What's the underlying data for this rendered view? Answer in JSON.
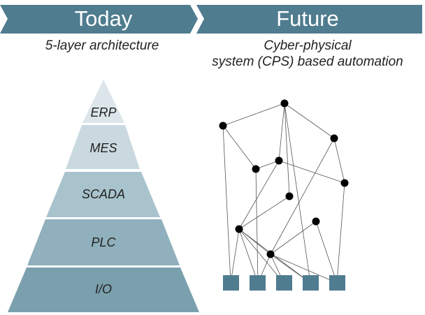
{
  "header": {
    "left_title": "Today",
    "right_title": "Future",
    "color": "#4f7c8f"
  },
  "left": {
    "subtitle": "5-layer architecture",
    "layers": [
      {
        "label": "ERP",
        "color": "#dce6ea"
      },
      {
        "label": "MES",
        "color": "#c9d9df"
      },
      {
        "label": "SCADA",
        "color": "#a9c3cd"
      },
      {
        "label": "PLC",
        "color": "#8fb0bc"
      },
      {
        "label": "I/O",
        "color": "#7aa0ae"
      }
    ]
  },
  "right": {
    "subtitle_line1": "Cyber-physical",
    "subtitle_line2": "system (CPS) based automation",
    "node_color": "#000000",
    "device_color": "#4f7c8f",
    "device_count": 5,
    "node_count": 10
  }
}
